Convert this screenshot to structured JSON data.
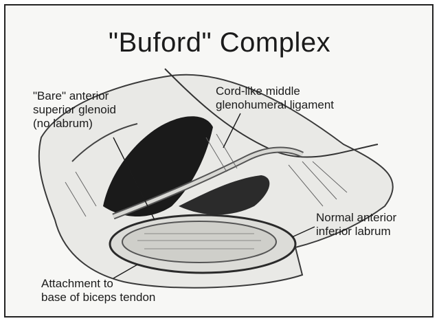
{
  "title": "\"Buford\" Complex",
  "labels": {
    "bare_glenoid": [
      "\"Bare\" anterior",
      "superior glenoid",
      "(no labrum)"
    ],
    "cord_ligament": [
      "Cord-like middle",
      "glenohumeral ligament"
    ],
    "normal_labrum": [
      "Normal anterior",
      "inferior labrum"
    ],
    "biceps_attachment": [
      "Attachment to",
      "base of biceps tendon"
    ]
  }
}
